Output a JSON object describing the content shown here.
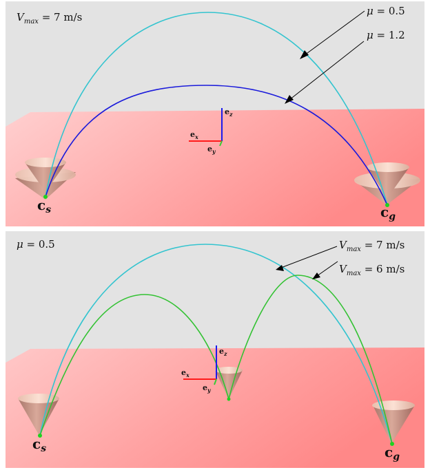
{
  "panel_top": {
    "title": "V_max = 7 m/s",
    "title_main": "V",
    "title_sub": "max",
    "title_rest": " = 7 m/s",
    "labels": [
      {
        "text_main": "μ",
        "text_rest": " = 0.5"
      },
      {
        "text_main": "μ",
        "text_rest": " = 1.2"
      }
    ],
    "curves": [
      {
        "name": "mu=0.5",
        "color": "#33c4cf"
      },
      {
        "name": "mu=1.2",
        "color": "#1a1adb"
      }
    ],
    "start_label_main": "c",
    "start_label_sub": "s",
    "goal_label_main": "c",
    "goal_label_sub": "g",
    "axes": {
      "ex": "e",
      "ex_sub": "x",
      "ey": "e",
      "ey_sub": "y",
      "ez": "e",
      "ez_sub": "z"
    }
  },
  "panel_bottom": {
    "title_main": "μ",
    "title_rest": " = 0.5",
    "labels": [
      {
        "text_main": "V",
        "text_sub": "max",
        "text_rest": " = 7 m/s"
      },
      {
        "text_main": "V",
        "text_sub": "max",
        "text_rest": " = 6 m/s"
      }
    ],
    "curves": [
      {
        "name": "Vmax=7",
        "color": "#33c4cf"
      },
      {
        "name": "Vmax=6",
        "color": "#33c233"
      }
    ],
    "start_label_main": "c",
    "start_label_sub": "s",
    "goal_label_main": "c",
    "goal_label_sub": "g",
    "axes": {
      "ex": "e",
      "ex_sub": "x",
      "ey": "e",
      "ey_sub": "y",
      "ez": "e",
      "ez_sub": "z"
    }
  },
  "colors": {
    "sky": "#e3e3e3",
    "floor_light": "#ffc2c2",
    "floor_dark": "#ff8f8f",
    "cone_fill": "#c8968a",
    "cone_rim": "#f2cfc0",
    "point": "#1fd21f",
    "axis_x": "#ff1a1a",
    "axis_y": "#33cc33",
    "axis_z": "#1a1aee"
  }
}
